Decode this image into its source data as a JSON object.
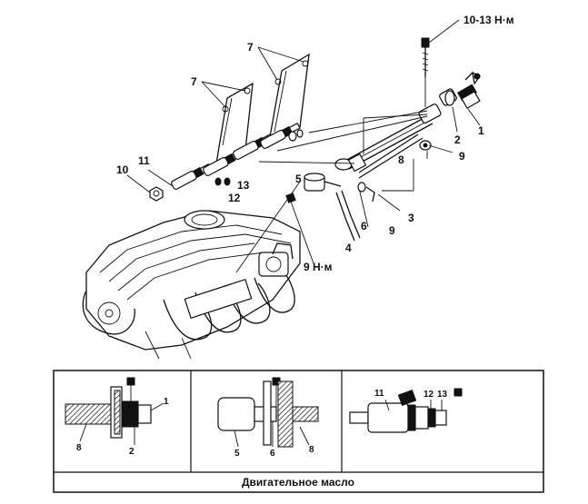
{
  "torques": {
    "top": "10-13 Н·м",
    "bottom": "9 Н·м"
  },
  "callouts": {
    "n1": "1",
    "n2": "2",
    "n3": "3",
    "n4": "4",
    "n5": "5",
    "n6": "6",
    "n7": "7",
    "n8": "8",
    "n9": "9",
    "n10": "10",
    "n11": "11",
    "n12": "12",
    "n13": "13"
  },
  "detail": {
    "panel1": {
      "l8": "8",
      "l2": "2",
      "l1": "1"
    },
    "panel2": {
      "l5": "5",
      "l6": "6",
      "l8": "8"
    },
    "panel3": {
      "l11": "11",
      "l12": "12",
      "l13": "13"
    },
    "caption": "Двигательное масло"
  }
}
